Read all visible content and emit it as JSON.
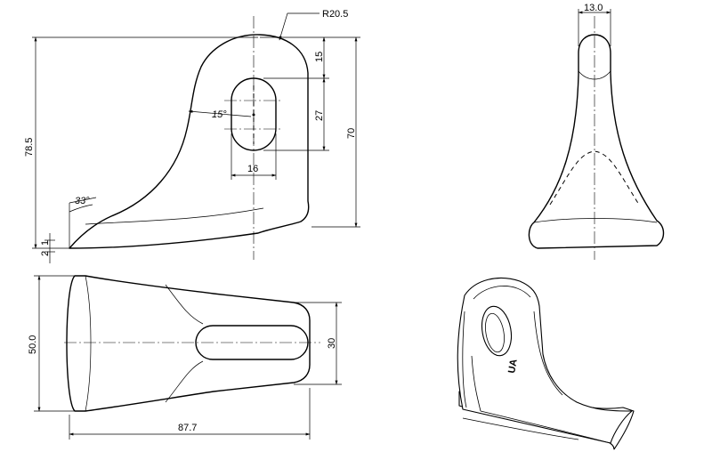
{
  "drawing": {
    "front_view": {
      "radius_label": "R20.5",
      "angle_label_upper": "15°",
      "angle_label_lower": "33°",
      "dim_overall_height": "78.5",
      "dim_height_70": "70",
      "dim_top_15": "15",
      "dim_slot_length": "27",
      "dim_slot_width": "16",
      "dim_small_1": "1",
      "dim_small_2": "2"
    },
    "side_view": {
      "dim_top_width": "13.0"
    },
    "top_view": {
      "dim_width": "50.0",
      "dim_slot_width": "30",
      "dim_length": "87.7"
    },
    "iso_view": {
      "marking": "UA"
    }
  }
}
